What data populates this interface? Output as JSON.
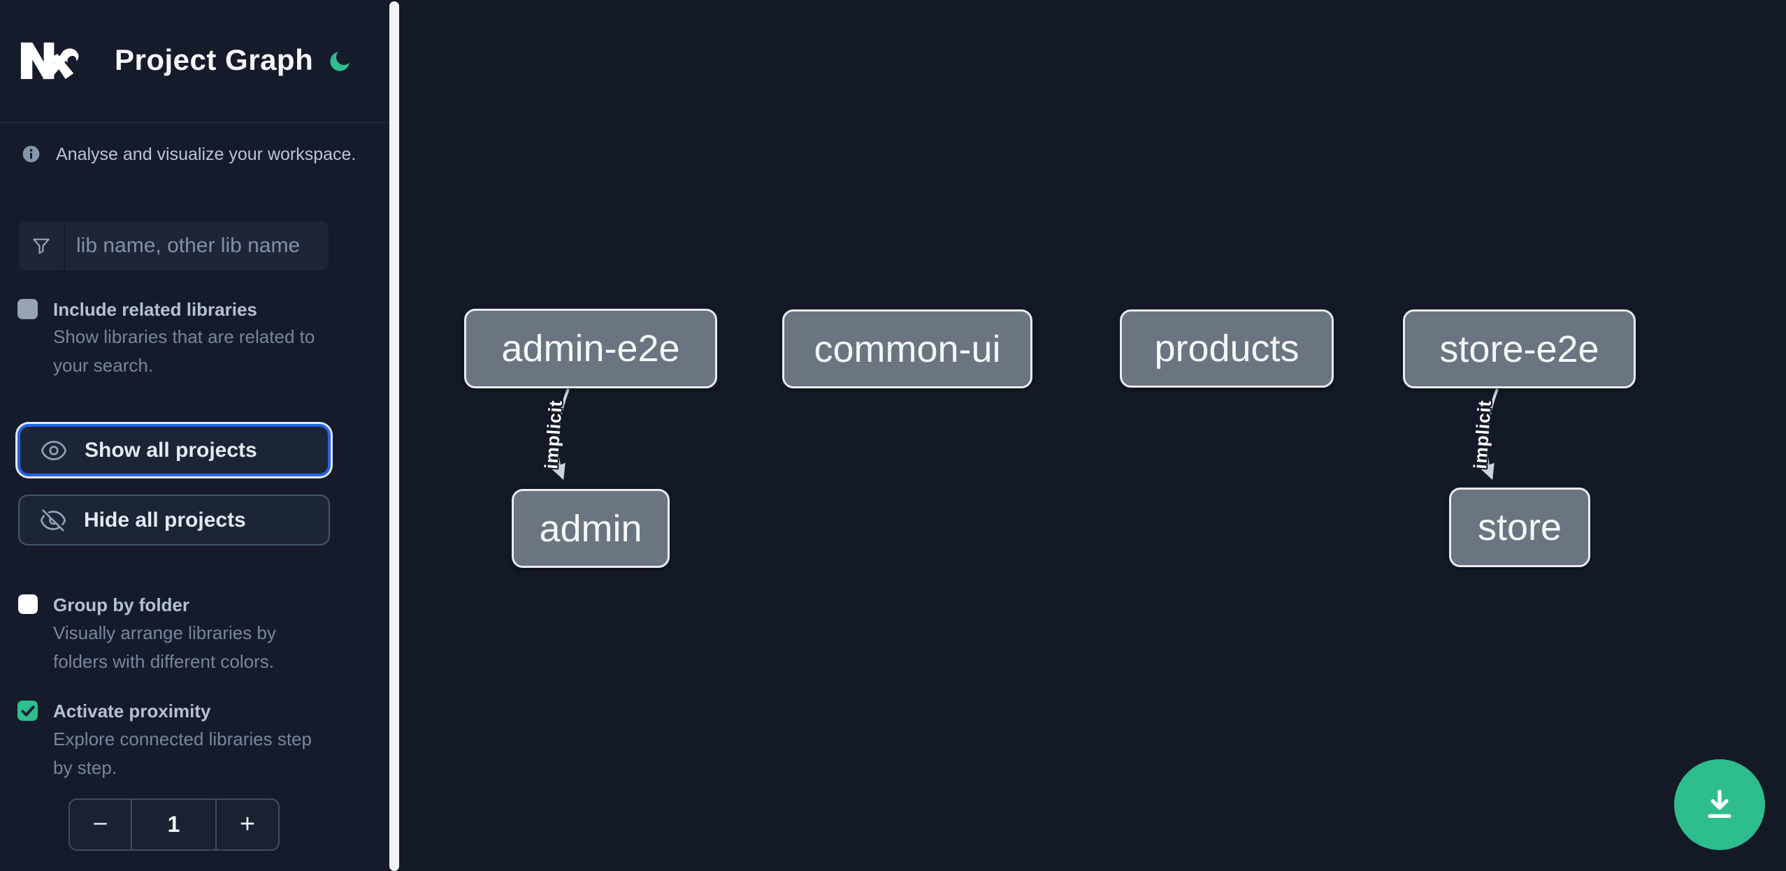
{
  "header": {
    "title": "Project Graph",
    "logo": "nx-logo",
    "theme_toggle_icon": "moon-icon"
  },
  "sidebar": {
    "tagline": "Analyse and visualize your workspace.",
    "search": {
      "placeholder": "lib name, other lib name",
      "value": "",
      "icon": "filter-funnel-icon"
    },
    "options": [
      {
        "label": "Include related libraries",
        "description_lines": [
          "Show libraries that are related to",
          "your search."
        ],
        "checked": false
      },
      {
        "label": "Group by folder",
        "description_lines": [
          "Visually arrange libraries by",
          "folders with different colors."
        ],
        "checked": false
      },
      {
        "label": "Activate proximity",
        "description_lines": [
          "Explore connected libraries step",
          "by step."
        ],
        "checked": true
      }
    ],
    "buttons": [
      {
        "label": "Show all projects",
        "icon": "eye-icon",
        "focused": true
      },
      {
        "label": "Hide all projects",
        "icon": "eye-slash-icon",
        "focused": false
      }
    ],
    "proximity_stepper": {
      "decrement": "−",
      "value": "1",
      "increment": "+"
    }
  },
  "graph": {
    "nodes": [
      {
        "label": "admin-e2e"
      },
      {
        "label": "common-ui"
      },
      {
        "label": "products"
      },
      {
        "label": "store-e2e"
      },
      {
        "label": "admin"
      },
      {
        "label": "store"
      }
    ],
    "edges": [
      {
        "from": "admin-e2e",
        "to": "admin",
        "label": "implicit"
      },
      {
        "from": "store-e2e",
        "to": "store",
        "label": "implicit"
      }
    ]
  },
  "floating_action": {
    "icon": "download-icon"
  },
  "colors": {
    "background": "#141927",
    "accent_green": "#2ebd8d",
    "focus_blue": "#2563eb",
    "node_fill": "#6b7481",
    "node_border": "#e9ecef",
    "edge": "#ced4dc"
  }
}
